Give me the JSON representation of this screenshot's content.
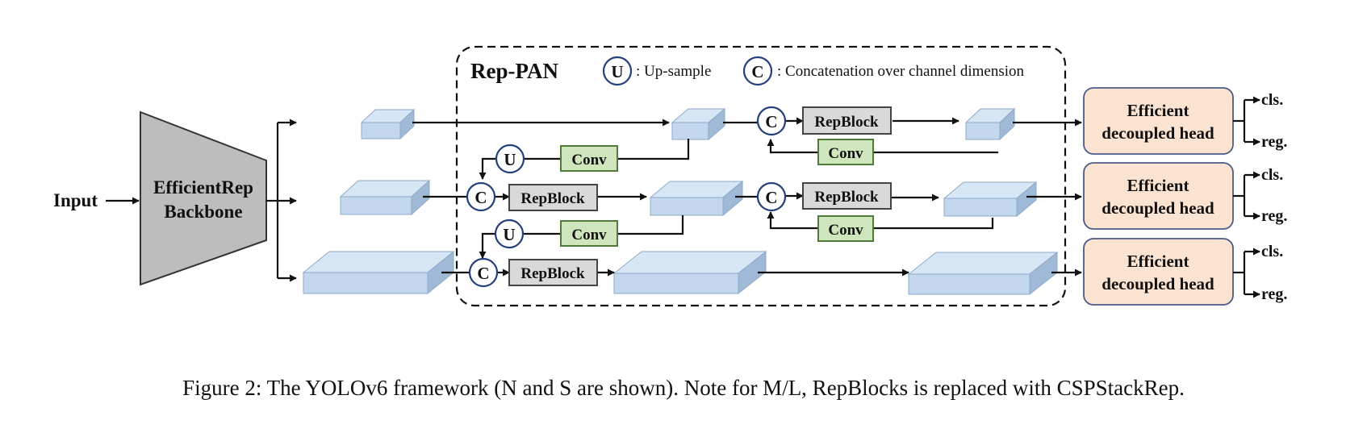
{
  "input_label": "Input",
  "backbone": {
    "line1": "EfficientRep",
    "line2": "Backbone"
  },
  "neck": {
    "title": "Rep-PAN",
    "legend": {
      "upsample_symbol": "U",
      "upsample_text": ": Up-sample",
      "concat_symbol": "C",
      "concat_text": ": Concatenation over channel dimension"
    }
  },
  "blocks": {
    "repblock": "RepBlock",
    "conv": "Conv",
    "upsample_symbol": "U",
    "concat_symbol": "C"
  },
  "heads": [
    {
      "line1": "Efficient",
      "line2": "decoupled head",
      "out1": "cls.",
      "out2": "reg."
    },
    {
      "line1": "Efficient",
      "line2": "decoupled head",
      "out1": "cls.",
      "out2": "reg."
    },
    {
      "line1": "Efficient",
      "line2": "decoupled head",
      "out1": "cls.",
      "out2": "reg."
    }
  ],
  "caption": "Figure 2: The YOLOv6 framework (N and S are shown). Note for M/L, RepBlocks is replaced with CSPStackRep.",
  "colors": {
    "feature_front": "#c3d8ef",
    "feature_top": "#d7e6f5",
    "feature_side": "#9fb9d6",
    "feature_stroke": "#8fa9c9",
    "backbone_fill": "#bdbdbd",
    "repblock_fill": "#d9d9d9",
    "conv_fill": "#cfe6bd",
    "conv_stroke": "#4f7a3a",
    "head_fill": "#fbe3d2",
    "head_stroke": "#4a5a8a",
    "circle_stroke": "#23407a"
  }
}
